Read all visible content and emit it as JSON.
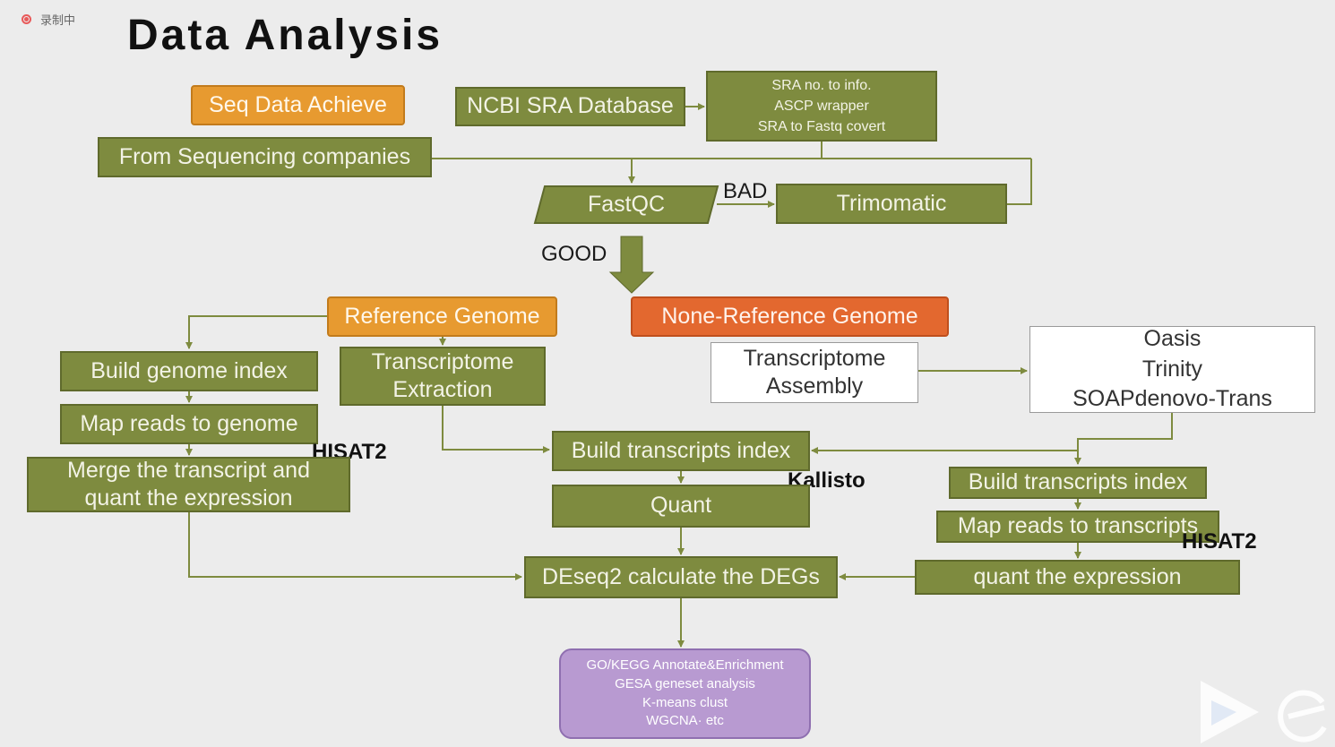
{
  "recording": "录制中",
  "title": "Data Analysis",
  "nodes": {
    "seq_data": "Seq Data Achieve",
    "ncbi": "NCBI SRA Database",
    "sra_tools": "SRA no. to info.\nASCP wrapper\nSRA to Fastq covert",
    "from_seq": "From Sequencing companies",
    "fastqc": "FastQC",
    "trimomatic": "Trimomatic",
    "ref_genome": "Reference Genome",
    "none_ref": "None-Reference Genome",
    "build_genome_index": "Build genome index",
    "transcriptome_extraction": "Transcriptome\nExtraction",
    "transcriptome_assembly": "Transcriptome\nAssembly",
    "assemblers": "Oasis\nTrinity\nSOAPdenovo-Trans",
    "map_reads_genome": "Map reads to genome",
    "merge_quant": "Merge the transcript and\nquant the expression",
    "build_tx_index_mid": "Build transcripts index",
    "quant": "Quant",
    "build_tx_index_right": "Build transcripts index",
    "map_reads_tx": "Map reads to transcripts",
    "quant_expr": "quant the expression",
    "deseq2": "DEseq2 calculate the DEGs",
    "downstream": "GO/KEGG Annotate&Enrichment\nGESA geneset analysis\nK-means clust\nWGCNA· etc"
  },
  "labels": {
    "bad": "BAD",
    "good": "GOOD"
  },
  "tools": {
    "hisat2_left": "HISAT2",
    "kallisto": "Kallisto",
    "hisat2_right": "HISAT2"
  },
  "colors": {
    "olive": "#7e8b3f",
    "orange": "#e79a30",
    "red_orange": "#e3682f",
    "purple": "#b89ad1",
    "connector": "#7e8b3f"
  }
}
